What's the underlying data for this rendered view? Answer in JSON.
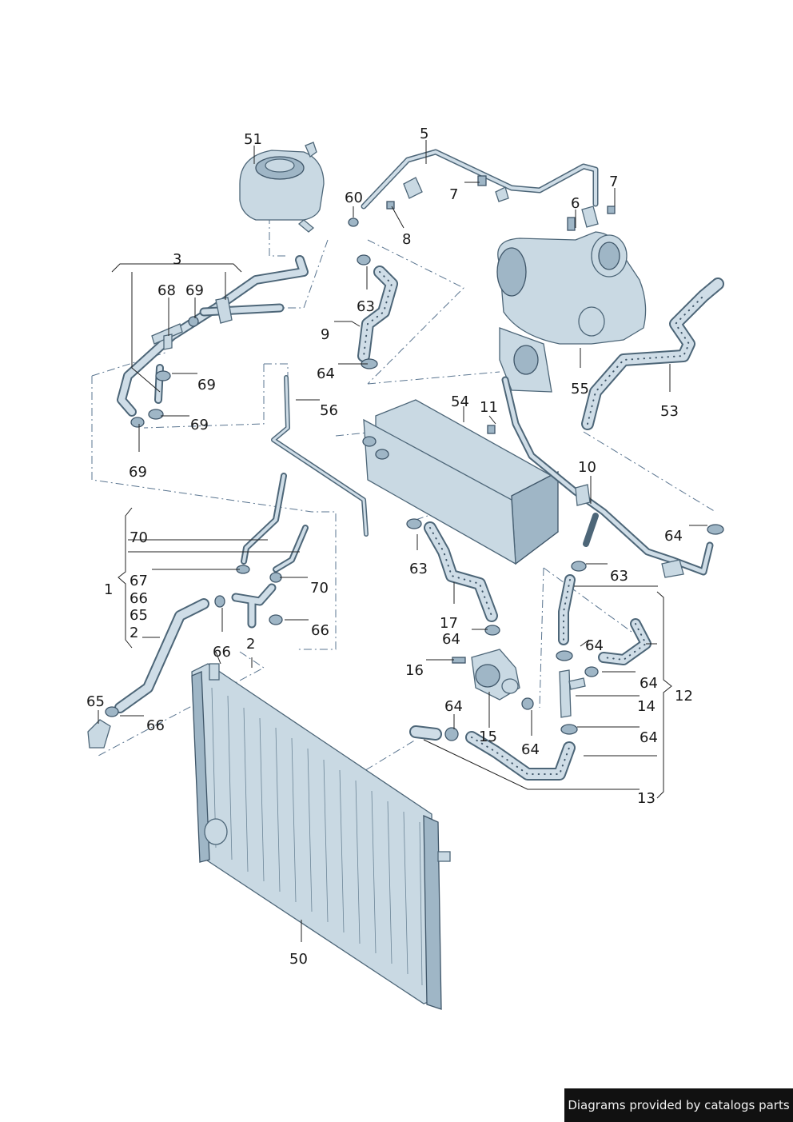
{
  "callouts": {
    "c51": "51",
    "c5": "5",
    "c7a": "7",
    "c7b": "7",
    "c60": "60",
    "c8": "8",
    "c6": "6",
    "c3": "3",
    "c68": "68",
    "c69a": "69",
    "c69b": "69",
    "c69c": "69",
    "c69d": "69",
    "c63a": "63",
    "c9": "9",
    "c64a": "64",
    "c56": "56",
    "c54": "54",
    "c11": "11",
    "c55": "55",
    "c53": "53",
    "c10": "10",
    "c64b": "64",
    "c70a": "70",
    "c1": "1",
    "c67": "67",
    "c66a": "66",
    "c65a": "65",
    "c2a": "2",
    "c70b": "70",
    "c66b": "66",
    "c63b": "63",
    "c63c": "63",
    "c17": "17",
    "c64c": "64",
    "c64d": "64",
    "c66c": "66",
    "c2b": "2",
    "c16": "16",
    "c64e": "64",
    "c12": "12",
    "c65b": "65",
    "c66d": "66",
    "c64f": "64",
    "c15": "15",
    "c64g": "64",
    "c14": "14",
    "c64h": "64",
    "c13": "13",
    "c50": "50"
  },
  "footer": {
    "credit": "Diagrams provided by catalogs parts"
  }
}
